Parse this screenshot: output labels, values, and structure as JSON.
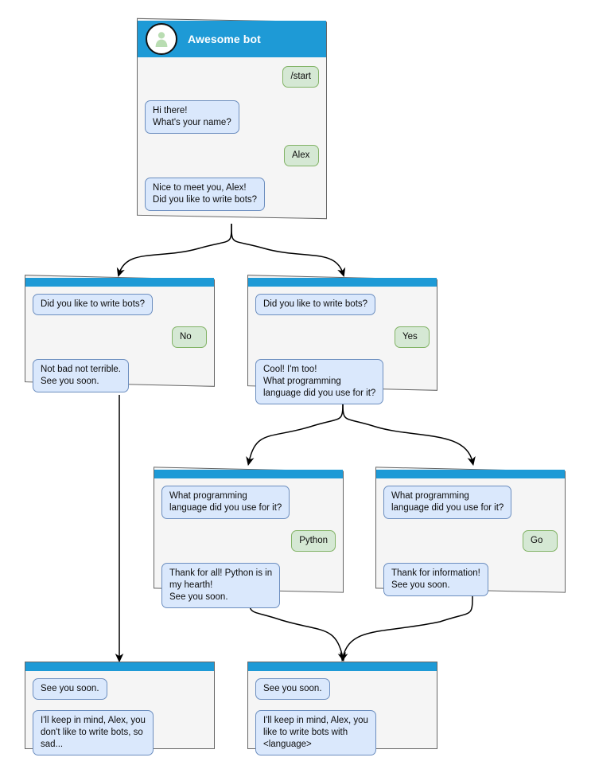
{
  "diagram": {
    "type": "bot-conversation-flow",
    "colors": {
      "titlebar": "#1e9ad6",
      "card_bg": "#f5f5f5",
      "card_border": "#666666",
      "bot_bubble_bg": "#dae8fc",
      "bot_bubble_border": "#6c8ebf",
      "user_bubble_bg": "#d5e8d4",
      "user_bubble_border": "#82b366",
      "edge": "#000000"
    }
  },
  "root_card": {
    "title": "Awesome bot",
    "avatar_icon": "person-avatar-icon",
    "messages": [
      {
        "from": "user",
        "text": "/start"
      },
      {
        "from": "bot",
        "text": "Hi there!\nWhat's your name?"
      },
      {
        "from": "user",
        "text": "Alex"
      },
      {
        "from": "bot",
        "text": "Nice to meet you, Alex!\nDid you like to write bots?"
      }
    ]
  },
  "card_no": {
    "messages": [
      {
        "from": "bot",
        "text": "Did you like to write bots?"
      },
      {
        "from": "user",
        "text": "No"
      },
      {
        "from": "bot",
        "text": "Not bad not terrible.\nSee you soon."
      }
    ]
  },
  "card_yes": {
    "messages": [
      {
        "from": "bot",
        "text": "Did you like to write bots?"
      },
      {
        "from": "user",
        "text": "Yes"
      },
      {
        "from": "bot",
        "text": "Cool! I'm too!\nWhat programming\nlanguage did you use for it?"
      }
    ]
  },
  "card_python": {
    "messages": [
      {
        "from": "bot",
        "text": "What programming\nlanguage did you use for it?"
      },
      {
        "from": "user",
        "text": "Python"
      },
      {
        "from": "bot",
        "text": "Thank for all! Python is in\nmy hearth!\nSee you soon."
      }
    ]
  },
  "card_go": {
    "messages": [
      {
        "from": "bot",
        "text": "What programming\nlanguage did you use for it?"
      },
      {
        "from": "user",
        "text": "Go"
      },
      {
        "from": "bot",
        "text": "Thank for information!\nSee you soon."
      }
    ]
  },
  "card_end_sad": {
    "messages": [
      {
        "from": "bot",
        "text": "See you soon."
      },
      {
        "from": "bot",
        "text": "I'll keep in mind, Alex, you\ndon't like to write bots, so\nsad..."
      }
    ]
  },
  "card_end_happy": {
    "messages": [
      {
        "from": "bot",
        "text": "See you soon."
      },
      {
        "from": "bot",
        "text": "I'll keep in mind, Alex, you\nlike to write bots with\n<language>"
      }
    ]
  }
}
